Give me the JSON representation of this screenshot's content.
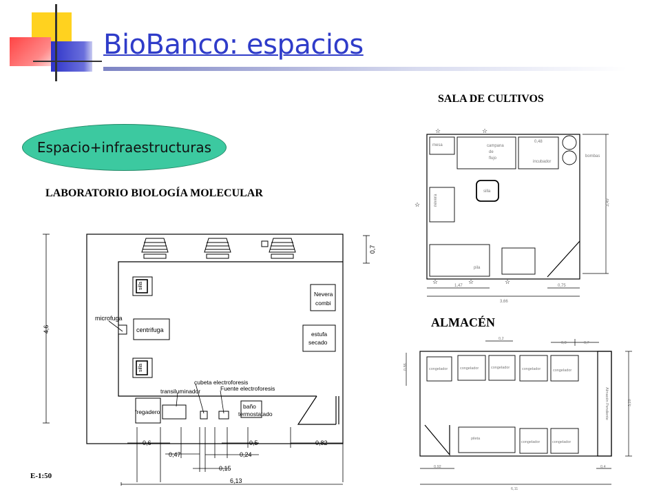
{
  "slide": {
    "title": "BioBanco: espacios",
    "pill_label": "Espacio+infraestructuras",
    "scale_note": "E-1:50"
  },
  "colors": {
    "title": "#2f3cc9",
    "pill": "#3cc9a0",
    "logo_yellow": "#ffd21f",
    "logo_red": "#ff5555",
    "logo_blue": "#2d33c8"
  },
  "lab": {
    "title": "LABORATORIO BIOLOGÍA MOLECULAR",
    "labels": {
      "silla": "silla",
      "microfuga": "microfuga",
      "centrifuga": "centrifuga",
      "nevera_1": "Nevera",
      "nevera_2": "combi",
      "estufa_1": "estufa",
      "estufa_2": "secado",
      "cubeta": "cubeta electroforesis",
      "fuente": "Fuente electroforesis",
      "transiluminador": "transiluminador",
      "fregadero": "fregadero",
      "bano_1": "baño",
      "bano_2": "termostatado"
    },
    "dimensions": {
      "height": "4,6",
      "top_gap": "0,7",
      "d1": "0,6",
      "d2": "0,47",
      "d3": "0,15",
      "d4": "0,24",
      "d5": "0,5",
      "d6": "0,82",
      "total": "6,13"
    }
  },
  "sala": {
    "title": "SALA DE CULTIVOS",
    "labels": {
      "mesa": "mesa",
      "campana_1": "campana",
      "campana_2": "de",
      "campana_3": "flujo",
      "incubador": "incubador",
      "bombas": "bombas",
      "silla": "silla",
      "nevera": "nevera",
      "pila": "pila"
    },
    "dimensions": {
      "d1": "0,48",
      "d2": "1,47",
      "d3": "0,75",
      "total": "3,66",
      "height": "3,49"
    }
  },
  "almacen": {
    "title": "ALMACÉN",
    "labels": {
      "congelador": "congelador",
      "pileta": "pileta",
      "shelving": "Almacén Pendiente"
    },
    "dimensions": {
      "d_top": "0,2",
      "d_a": "0,8",
      "d_b": "0,7",
      "d_left": "0,86",
      "height": "3,29",
      "d_bottom_left": "0,92",
      "d_bottom_right": "0,4",
      "total": "6,11"
    }
  }
}
